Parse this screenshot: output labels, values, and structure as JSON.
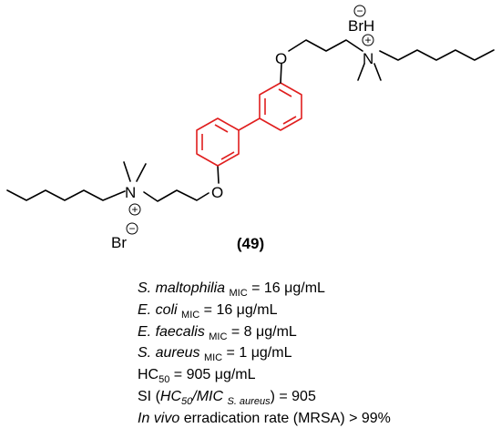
{
  "compound": {
    "label": "(49)",
    "atoms": {
      "oxygen": "O",
      "nitrogen": "N",
      "bromide": "Br",
      "hydrobromide": "BrH"
    },
    "charges": {
      "plus": "+",
      "minus": "−"
    },
    "highlight_color": "#e01e1e"
  },
  "properties": {
    "maltophilia": {
      "name": "S. maltophilia",
      "sub": "MIC",
      "value": " = 16 μg/mL"
    },
    "coli": {
      "name": "E. coli",
      "sub": "MIC",
      "value": " = 16 μg/mL"
    },
    "faecalis": {
      "name": "E. faecalis",
      "sub": "MIC",
      "value": " = 8 μg/mL"
    },
    "aureus": {
      "name": "S. aureus",
      "sub": "MIC",
      "value": " = 1 μg/mL"
    },
    "hc50": {
      "name": "HC",
      "sub": "50",
      "value": " = 905 μg/mL"
    },
    "si": {
      "prefix": "SI (",
      "hc": "HC",
      "hc_sub": "50",
      "mid": "/MIC",
      "mic_sub": "S. aureus",
      "suffix": ") = 905"
    },
    "invivo": {
      "italic": "In vivo",
      "rest": " erradication rate (MRSA) > 99%"
    }
  }
}
